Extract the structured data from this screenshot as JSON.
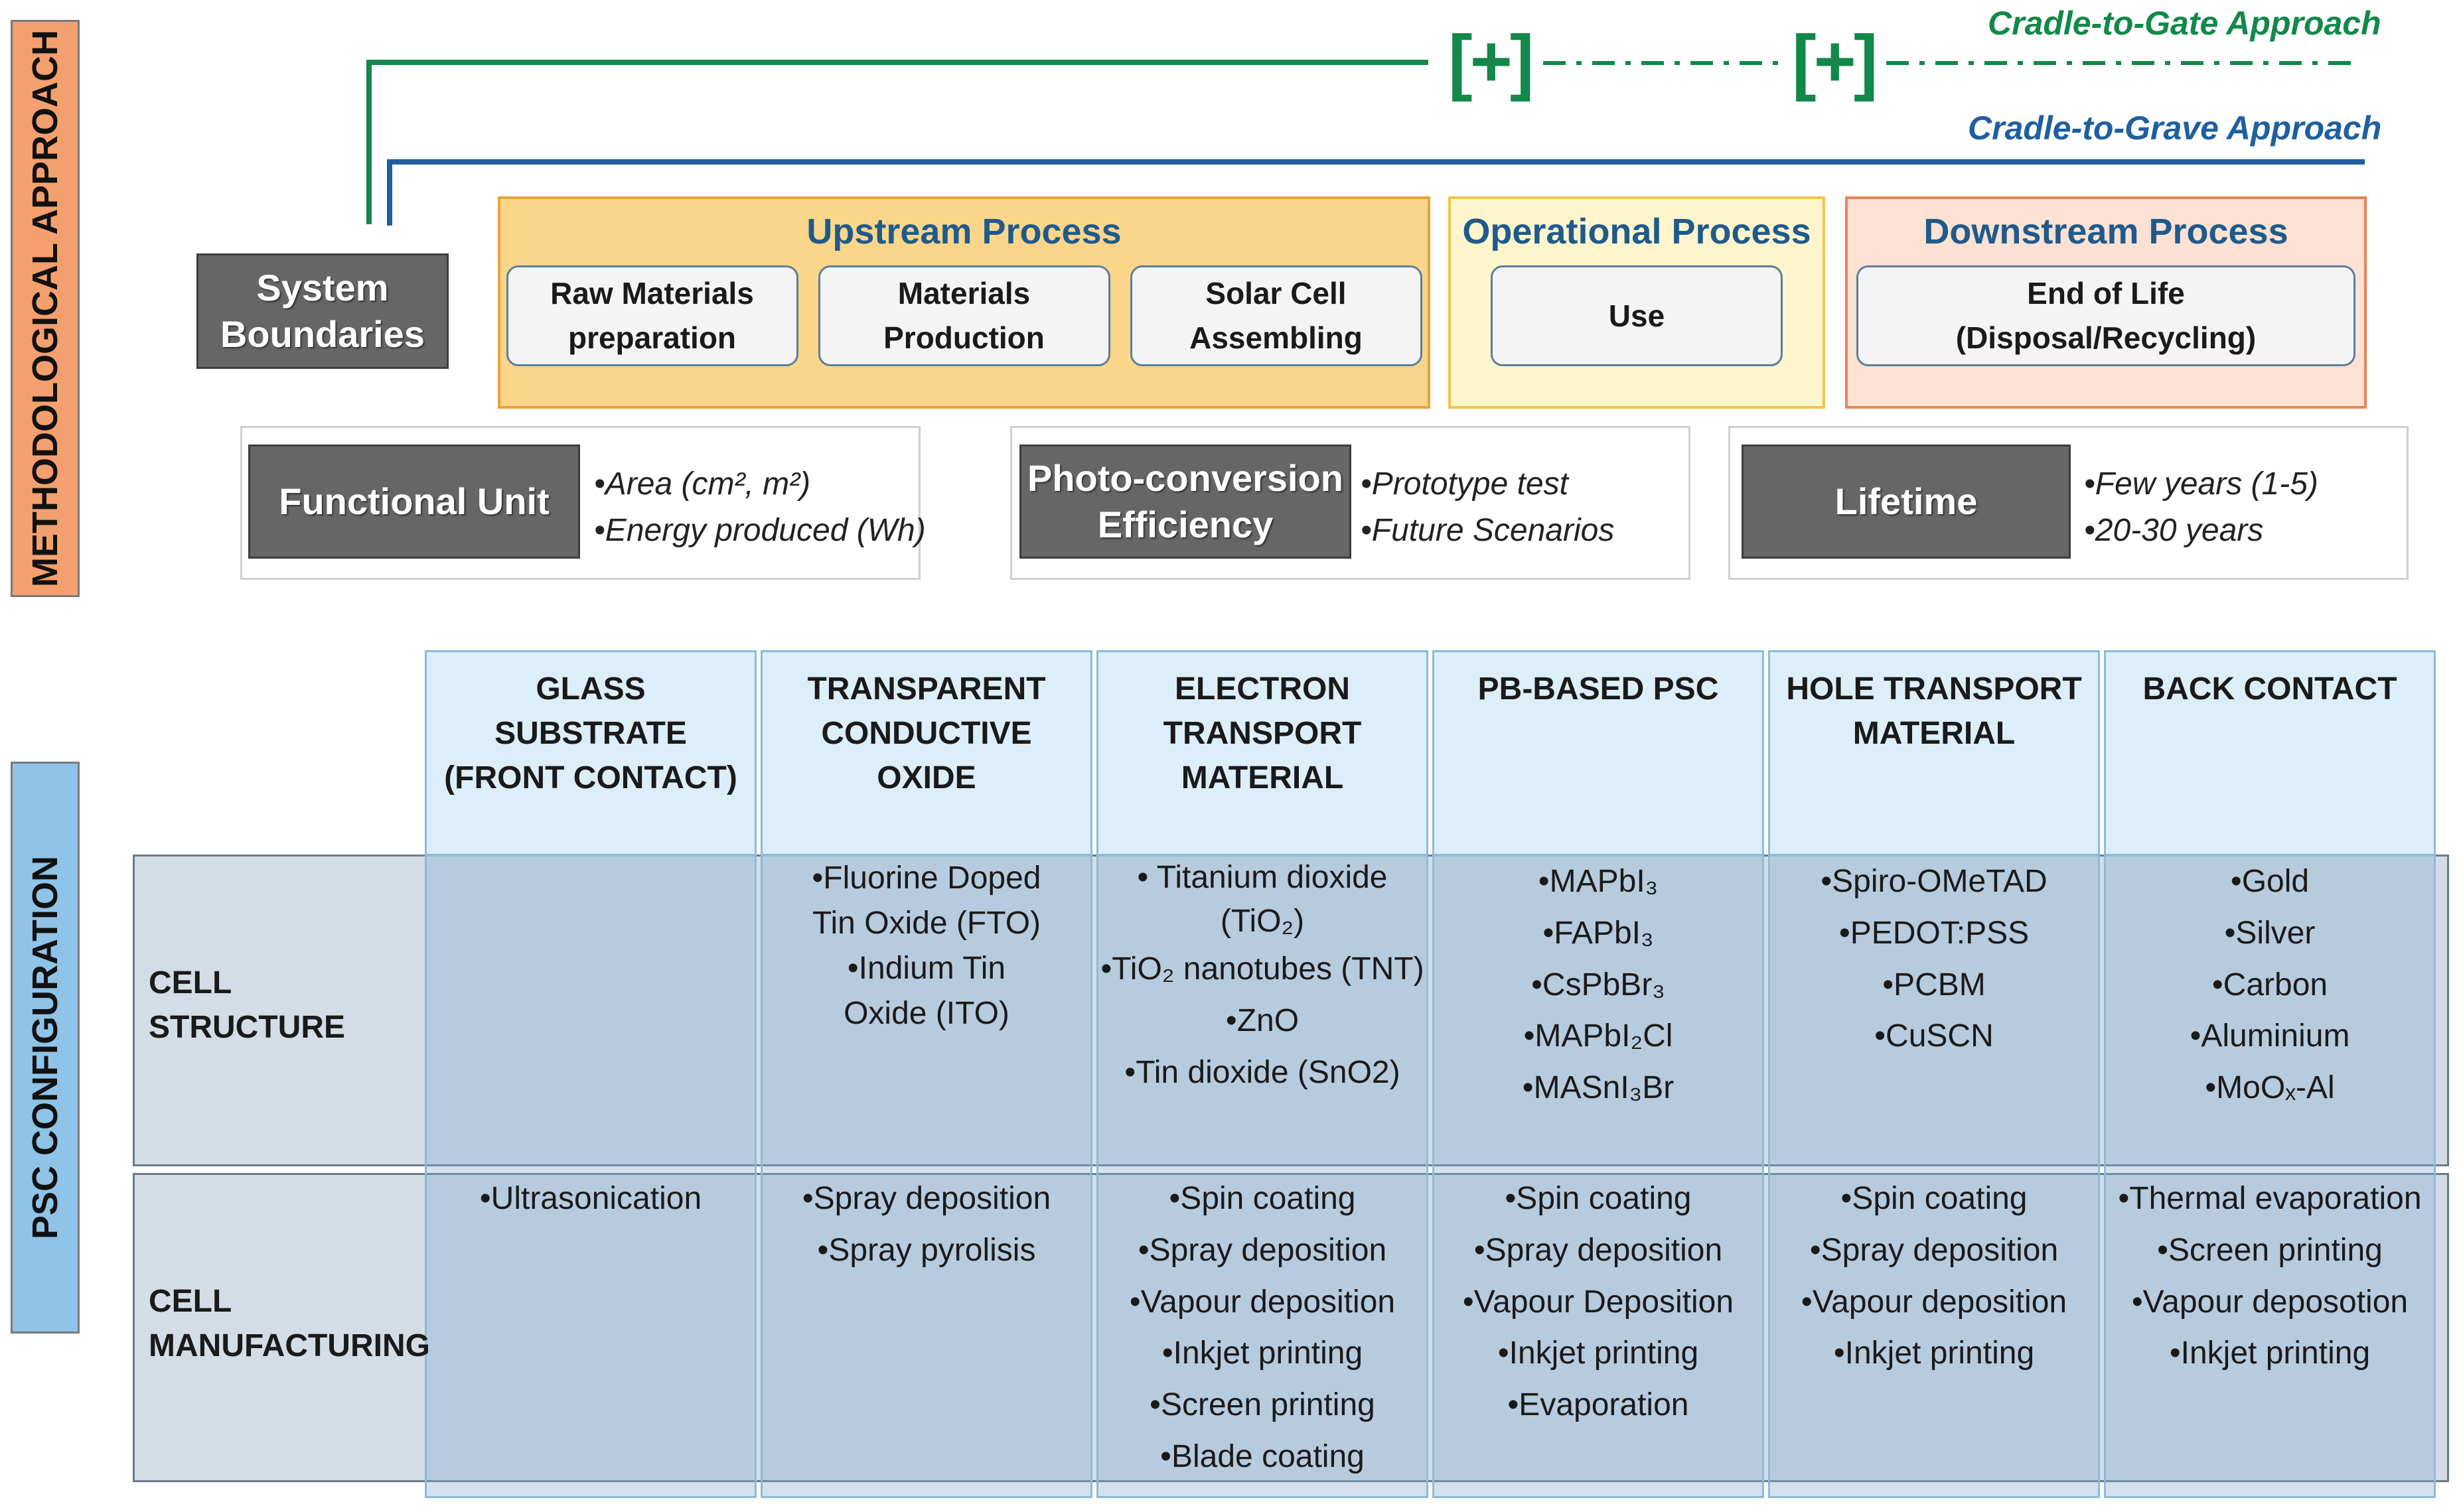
{
  "side_labels": {
    "methodological": "METHODOLOGICAL APPROACH",
    "psc": "PSC CONFIGURATION"
  },
  "approaches": {
    "cradle_to_gate": "Cradle-to-Gate Approach",
    "cradle_to_grave": "Cradle-to-Grave Approach",
    "plus_marker": "[+]",
    "gate_color": "#12884a",
    "grave_color": "#1f5fa0"
  },
  "system_boundaries": {
    "line1": "System",
    "line2": "Boundaries"
  },
  "processes": {
    "upstream": {
      "title": "Upstream Process",
      "steps": [
        {
          "line1": "Raw Materials",
          "line2": "preparation"
        },
        {
          "line1": "Materials",
          "line2": "Production"
        },
        {
          "line1": "Solar Cell",
          "line2": "Assembling"
        }
      ]
    },
    "operational": {
      "title": "Operational Process",
      "step": "Use"
    },
    "downstream": {
      "title": "Downstream Process",
      "step": {
        "line1": "End of Life",
        "line2": "(Disposal/Recycling)"
      }
    }
  },
  "parameters": {
    "functional_unit": {
      "label": "Functional Unit",
      "items": [
        "•Area (cm², m²)",
        "•Energy produced (Wh)"
      ]
    },
    "efficiency": {
      "label_line1": "Photo-conversion",
      "label_line2": "Efficiency",
      "items": [
        "•Prototype test",
        "•Future Scenarios"
      ]
    },
    "lifetime": {
      "label": "Lifetime",
      "items": [
        "•Few years (1-5)",
        "•20-30 years"
      ]
    }
  },
  "matrix": {
    "columns": [
      {
        "lines": [
          "GLASS",
          "SUBSTRATE",
          "(FRONT CONTACT)"
        ]
      },
      {
        "lines": [
          "TRANSPARENT",
          "CONDUCTIVE",
          "OXIDE"
        ]
      },
      {
        "lines": [
          "ELECTRON",
          "TRANSPORT",
          "MATERIAL"
        ]
      },
      {
        "lines": [
          "PB-BASED PSC"
        ]
      },
      {
        "lines": [
          "HOLE TRANSPORT",
          "MATERIAL"
        ]
      },
      {
        "lines": [
          "BACK CONTACT"
        ]
      }
    ],
    "rows": {
      "structure": {
        "label_line1": "CELL",
        "label_line2": "STRUCTURE",
        "cells": [
          [],
          [
            "•Fluorine Doped",
            "Tin Oxide (FTO)",
            "•Indium Tin",
            "Oxide (ITO)"
          ],
          [
            "• Titanium dioxide",
            "(TiO₂)",
            "•TiO₂ nanotubes (TNT)",
            "•ZnO",
            "•Tin dioxide (SnO2)"
          ],
          [
            "•MAPbI₃",
            "•FAPbI₃",
            "•CsPbBr₃",
            "•MAPbI₂Cl",
            "•MASnI₃Br"
          ],
          [
            "•Spiro-OMeTAD",
            "•PEDOT:PSS",
            "•PCBM",
            "•CuSCN"
          ],
          [
            "•Gold",
            "•Silver",
            "•Carbon",
            "•Aluminium",
            "•MoOₓ-Al"
          ]
        ]
      },
      "manufacturing": {
        "label_line1": "CELL",
        "label_line2": "MANUFACTURING",
        "cells": [
          [
            "•Ultrasonication"
          ],
          [
            "•Spray deposition",
            "•Spray pyrolisis"
          ],
          [
            "•Spin coating",
            "•Spray deposition",
            "•Vapour deposition",
            "•Inkjet printing",
            "•Screen printing",
            "•Blade coating"
          ],
          [
            "•Spin coating",
            "•Spray deposition",
            "•Vapour Deposition",
            "•Inkjet printing",
            "•Evaporation"
          ],
          [
            "•Spin coating",
            "•Spray deposition",
            "•Vapour deposition",
            "•Inkjet printing"
          ],
          [
            "•Thermal evaporation",
            "•Screen printing",
            "•Vapour deposotion",
            "•Inkjet printing"
          ]
        ]
      }
    }
  }
}
